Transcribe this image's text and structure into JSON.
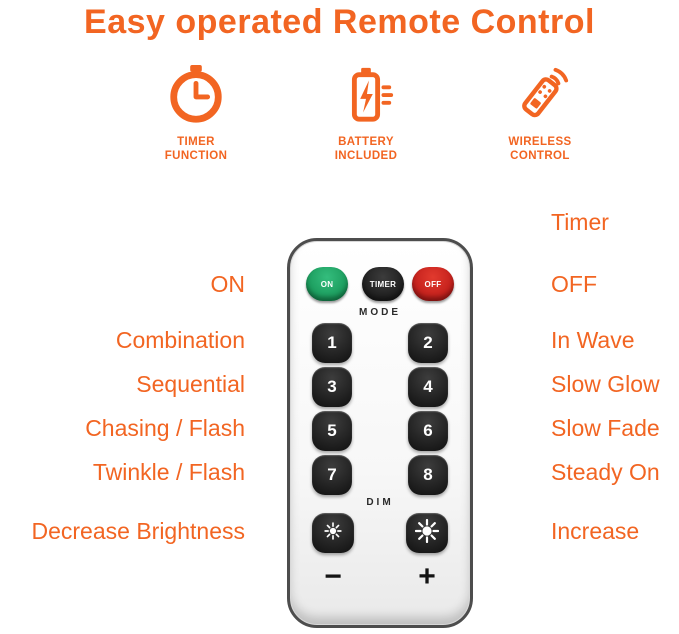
{
  "title": "Easy operated Remote Control",
  "colors": {
    "accent": "#f26522",
    "remote_body": "#f7f7f7",
    "button_dark": "#101010",
    "on_green": "#0e8a4c",
    "off_red": "#b31212"
  },
  "features": [
    {
      "line1": "TIMER",
      "line2": "FUNCTION",
      "icon": "clock-icon"
    },
    {
      "line1": "BATTERY",
      "line2": "INCLUDED",
      "icon": "battery-icon"
    },
    {
      "line1": "WIRELESS",
      "line2": "CONTROL",
      "icon": "remote-signal-icon"
    }
  ],
  "remote": {
    "buttons_top": [
      {
        "label": "ON"
      },
      {
        "label": "TIMER"
      },
      {
        "label": "OFF"
      }
    ],
    "mode_label": "MODE",
    "numbers": [
      "1",
      "2",
      "3",
      "4",
      "5",
      "6",
      "7",
      "8"
    ],
    "dim_label": "DIM",
    "decrease_symbol": "−",
    "increase_symbol": "+"
  },
  "annotations": {
    "left": [
      "ON",
      "Combination",
      "Sequential",
      "Chasing / Flash",
      "Twinkle / Flash",
      "Decrease Brightness"
    ],
    "right": [
      "Timer",
      "OFF",
      "In Wave",
      "Slow Glow",
      "Slow Fade",
      "Steady On",
      "Increase"
    ]
  }
}
